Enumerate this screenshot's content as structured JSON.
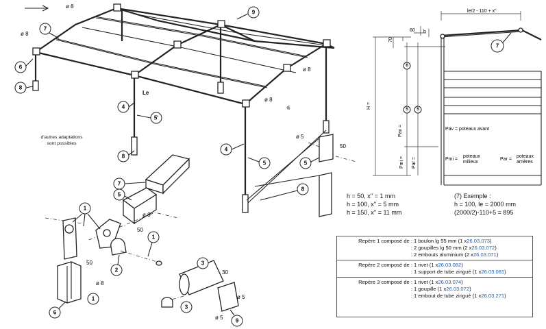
{
  "callouts": {
    "c1": "1",
    "c2": "2",
    "c3": "3",
    "c4": "4",
    "c5": "5",
    "c6": "6",
    "c7": "7",
    "c8": "8",
    "c9": "9",
    "c5p": "5'"
  },
  "dims": {
    "d8": "ø 8",
    "d5": "ø 5",
    "d50": "50",
    "d30": "30",
    "le": "Le",
    "le_small": "le",
    "le_formula": "le/2 - 110 + x\"",
    "d60": "60",
    "d70": "70",
    "h": "h",
    "H": "H =",
    "pav": "Pav =",
    "pmi": "Pmi =",
    "par": "Par =",
    "sym6": "6",
    "sym5": "5",
    "sym5b": "5"
  },
  "note": {
    "line1": "d'autres adaptations",
    "line2": "sont possibles"
  },
  "section": {
    "pav_label": "Pav = poteaux avant",
    "pmi_key": "Pmi =",
    "pmi_val1": "poteaux",
    "pmi_val2": "milieux",
    "par_key": "Par =",
    "par_val1": "poteaux",
    "par_val2": "arrières"
  },
  "formulas": {
    "f1": "h = 50, x'' = 1 mm",
    "f2": "h = 100, x'' = 5 mm",
    "f3": "h = 150, x'' = 11 mm",
    "ex_title": "(7) Exemple :",
    "ex1": "h = 100, le = 2000 mm",
    "ex2": "(2000/2)-110+5 = 895"
  },
  "legend": {
    "groups": [
      {
        "rows": [
          {
            "key": "Repère 1 composé de :",
            "text": "1 boulon lg 55 mm (1 x ",
            "ref": "26.03.073",
            "end": ")"
          },
          {
            "key": ":",
            "text": "2 goupilles lg 50 mm (2 x ",
            "ref": "26.03.072",
            "end": ")"
          },
          {
            "key": ":",
            "text": "2 embouts aluminium (2 x ",
            "ref": "26.03.071",
            "end": ")"
          }
        ]
      },
      {
        "rows": [
          {
            "key": "Repère 2 composé de :",
            "text": "1 rivet (1 x ",
            "ref": "26.03.082",
            "end": ")"
          },
          {
            "key": ":",
            "text": "1 support de tube zingué (1 x ",
            "ref": "26.03.081",
            "end": ")"
          }
        ]
      },
      {
        "rows": [
          {
            "key": "Repère 3 composé de :",
            "text": "1 rivet (1 x ",
            "ref": "26.03.074",
            "end": ")"
          },
          {
            "key": ":",
            "text": "1 goupille (1 x ",
            "ref": "26.03.072",
            "end": ")"
          },
          {
            "key": ":",
            "text": "1 embout de tube zingué (1 x ",
            "ref": "26.03.271",
            "end": ")"
          }
        ]
      }
    ]
  }
}
